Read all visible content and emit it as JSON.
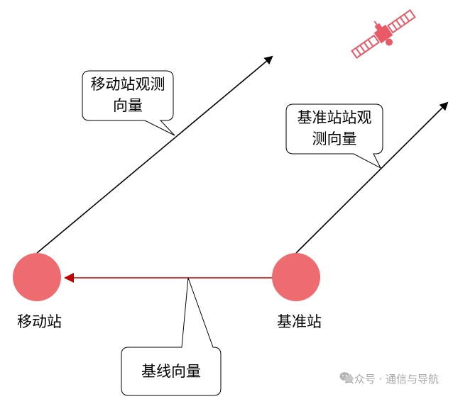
{
  "stations": {
    "rover_label": "移动站",
    "base_label": "基准站"
  },
  "callouts": {
    "rover_obs_line1": "移动站观测",
    "rover_obs_line2": "向量",
    "base_obs_line1": "基准站站观",
    "base_obs_line2": "测向量",
    "baseline": "基线向量"
  },
  "watermark": {
    "text": "公众号 · 通信与导航"
  },
  "icons": {
    "satellite": "satellite-icon",
    "wechat": "wechat-icon"
  },
  "colors": {
    "station_fill": "#ee6b70",
    "baseline_arrow": "#c00000",
    "obs_arrow": "#000000",
    "satellite": "#e85a66"
  }
}
